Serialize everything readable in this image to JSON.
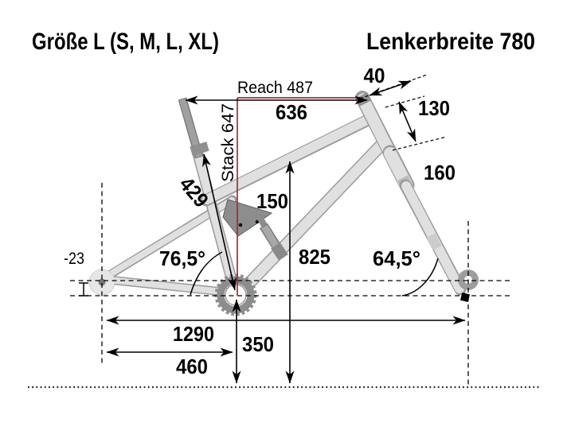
{
  "header": {
    "size_label": "Größe L (S, M, L, XL)",
    "handlebar_label": "Lenkerbreite 780"
  },
  "measurements": {
    "reach_label": "Reach 487",
    "stack_label": "Stack 647",
    "top_tube_horizontal": "636",
    "stem_length": "40",
    "head_tube_length": "130",
    "fork_travel": "160",
    "seat_tube_length": "429",
    "rear_travel": "150",
    "standover_height": "825",
    "bb_height": "350",
    "wheelbase": "1290",
    "chainstay_length": "460",
    "bb_drop": "-23",
    "seat_tube_angle": "76,5°",
    "head_tube_angle": "64,5°"
  },
  "colors": {
    "accent_red": "#9e2f2f",
    "ink": "#000000",
    "tube_fill": "#e0e0e0",
    "tube_outline": "#9b9b9b",
    "dark_part": "#8d8d8d",
    "background": "#ffffff"
  }
}
